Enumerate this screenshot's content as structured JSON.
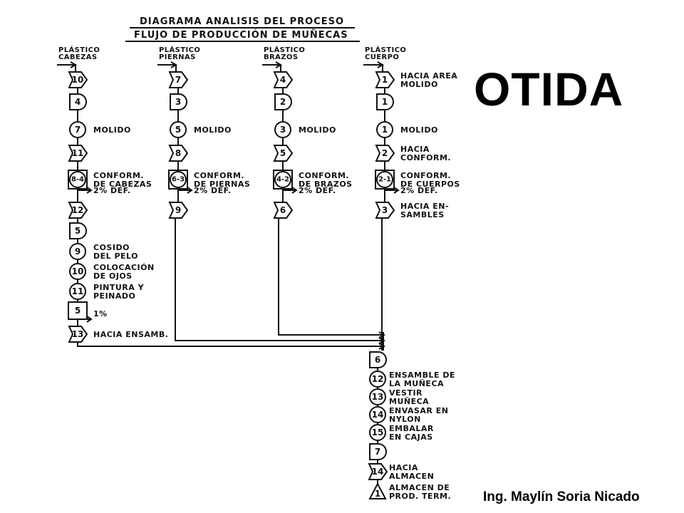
{
  "slide": {
    "title": "OTIDA",
    "author": "Ing. Maylín Soria Nicado"
  },
  "diagram": {
    "header": [
      "DIAGRAMA ANALISIS DEL PROCESO",
      "FLUJO DE PRODUCCIÓN DE MUÑECAS"
    ],
    "columns": [
      {
        "id": "cabezas",
        "material": [
          "PLÁSTICO",
          "CABEZAS"
        ],
        "steps": [
          {
            "shape": "transport",
            "num": "10",
            "label": []
          },
          {
            "shape": "delay",
            "num": "4",
            "label": []
          },
          {
            "shape": "operation",
            "num": "7",
            "label": [
              "MOLIDO"
            ]
          },
          {
            "shape": "transport",
            "num": "11",
            "label": []
          },
          {
            "shape": "combined",
            "num": "8-4",
            "label": [
              "CONFORM.",
              "DE CABEZAS"
            ],
            "defect": "2% DEF."
          },
          {
            "shape": "transport",
            "num": "12",
            "label": []
          },
          {
            "shape": "delay",
            "num": "5",
            "label": []
          },
          {
            "shape": "operation",
            "num": "9",
            "label": [
              "COSIDO",
              "DEL PELO"
            ]
          },
          {
            "shape": "operation",
            "num": "10",
            "label": [
              "COLOCACIÓN",
              "DE OJOS"
            ]
          },
          {
            "shape": "operation",
            "num": "11",
            "label": [
              "PINTURA Y",
              "PEINADO"
            ]
          },
          {
            "shape": "inspection",
            "num": "5",
            "label": [],
            "defect": "1%"
          },
          {
            "shape": "transport",
            "num": "13",
            "label": [
              "HACIA ENSAMB."
            ]
          }
        ]
      },
      {
        "id": "piernas",
        "material": [
          "PLÁSTICO",
          "PIERNAS"
        ],
        "steps": [
          {
            "shape": "transport",
            "num": "7",
            "label": []
          },
          {
            "shape": "delay",
            "num": "3",
            "label": []
          },
          {
            "shape": "operation",
            "num": "5",
            "label": [
              "MOLIDO"
            ]
          },
          {
            "shape": "transport",
            "num": "8",
            "label": []
          },
          {
            "shape": "combined",
            "num": "6-3",
            "label": [
              "CONFORM.",
              "DE PIERNAS"
            ],
            "defect": "2% DEF."
          },
          {
            "shape": "transport",
            "num": "9",
            "label": []
          }
        ]
      },
      {
        "id": "brazos",
        "material": [
          "PLÁSTICO",
          "BRAZOS"
        ],
        "steps": [
          {
            "shape": "transport",
            "num": "4",
            "label": []
          },
          {
            "shape": "delay",
            "num": "2",
            "label": []
          },
          {
            "shape": "operation",
            "num": "3",
            "label": [
              "MOLIDO"
            ]
          },
          {
            "shape": "transport",
            "num": "5",
            "label": []
          },
          {
            "shape": "combined",
            "num": "4-2",
            "label": [
              "CONFORM.",
              "DE BRAZOS"
            ],
            "defect": "2% DEF."
          },
          {
            "shape": "transport",
            "num": "6",
            "label": []
          }
        ]
      },
      {
        "id": "cuerpo",
        "material": [
          "PLÁSTICO",
          "CUERPO"
        ],
        "steps": [
          {
            "shape": "transport",
            "num": "1",
            "label": [
              "HACIA AREA",
              "MOLIDO"
            ]
          },
          {
            "shape": "delay",
            "num": "1",
            "label": []
          },
          {
            "shape": "operation",
            "num": "1",
            "label": [
              "MOLIDO"
            ]
          },
          {
            "shape": "transport",
            "num": "2",
            "label": [
              "HACIA",
              "CONFORM."
            ]
          },
          {
            "shape": "combined",
            "num": "2-1",
            "label": [
              "CONFORM.",
              "DE CUERPOS"
            ],
            "defect": "2% DEF."
          },
          {
            "shape": "transport",
            "num": "3",
            "label": [
              "HACIA EN-",
              "SAMBLES"
            ]
          }
        ]
      }
    ],
    "assembly": [
      {
        "shape": "delay",
        "num": "6",
        "label": []
      },
      {
        "shape": "operation",
        "num": "12",
        "label": [
          "ENSAMBLE DE",
          "LA MUÑECA"
        ]
      },
      {
        "shape": "operation",
        "num": "13",
        "label": [
          "VESTIR",
          "MUÑECA"
        ]
      },
      {
        "shape": "operation",
        "num": "14",
        "label": [
          "ENVASAR EN",
          "NYLON"
        ]
      },
      {
        "shape": "operation",
        "num": "15",
        "label": [
          "EMBALAR",
          "EN CAJAS"
        ]
      },
      {
        "shape": "delay",
        "num": "7",
        "label": []
      },
      {
        "shape": "transport",
        "num": "14",
        "label": [
          "HACIA",
          "ALMACEN"
        ]
      },
      {
        "shape": "storage",
        "num": "1",
        "label": [
          "ALMACEN DE",
          "PROD. TERM."
        ]
      }
    ]
  }
}
